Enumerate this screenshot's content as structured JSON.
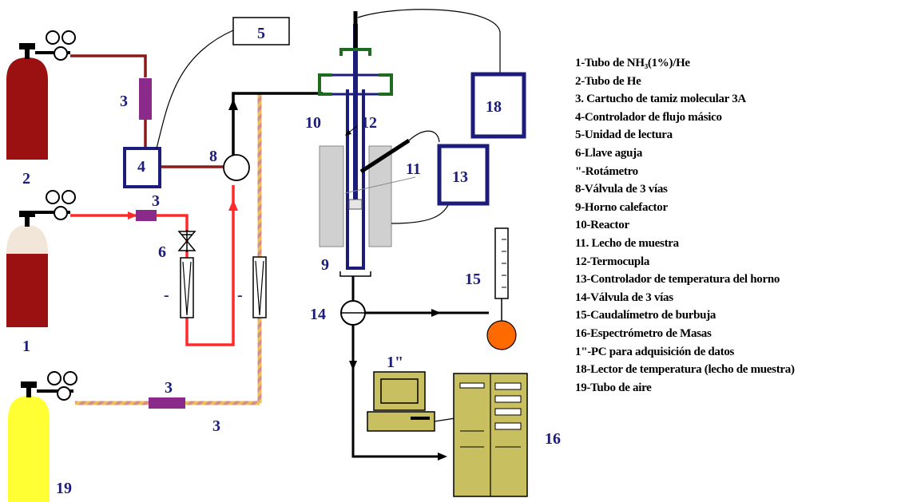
{
  "labels": {
    "n1": "1",
    "n2": "2",
    "n3a": "3",
    "n3b": "3",
    "n3c": "3",
    "n3d": "3",
    "n4": "4",
    "n5": "5",
    "n6": "6",
    "n7a": "-",
    "n7b": "-",
    "n8": "8",
    "n9": "9",
    "n10": "10",
    "n11": "11",
    "n12": "12",
    "n13": "13",
    "n14": "14",
    "n15": "15",
    "n16": "16",
    "n17": "1\"",
    "n18": "18",
    "n19": "19"
  },
  "legend": [
    "1-Tubo de NH₃(1%)/He",
    "2-Tubo de He",
    "3. Cartucho de tamiz molecular 3A",
    "4-Controlador de flujo másico",
    "5-Unidad de lectura",
    "6-Llave aguja",
    "\"-Rotámetro",
    "8-Válvula de 3 vías",
    "9-Horno calefactor",
    "10-Reactor",
    "11. Lecho de muestra",
    "12-Termocupla",
    "13-Controlador de temperatura del horno",
    "14-Válvula de 3 vías",
    "15-Caudalímetro de burbuja",
    "16-Espectrómetro de Masas",
    "1\"-PC para adquisición de datos",
    "18-Lector de temperatura (lecho de muestra)",
    "19-Tubo de aire"
  ],
  "colors": {
    "gas_nh3_line": "#ff2a2a",
    "gas_he_line": "#8b1a1a",
    "air_line_a": "#e8c15a",
    "air_line_b": "#d98a8a",
    "cylinder_red": "#9b1111",
    "cylinder_top_cream": "#f2e6d8",
    "cylinder_yellow": "#ffff33",
    "cartridge_purple": "#8a2a8a",
    "box_navy": "#1c1c7a",
    "reactor_green": "#1f6b1f",
    "furnace_grey": "#d0d0d0",
    "equipment_khaki": "#c8c060",
    "bubble_orange": "#ff6a00"
  }
}
